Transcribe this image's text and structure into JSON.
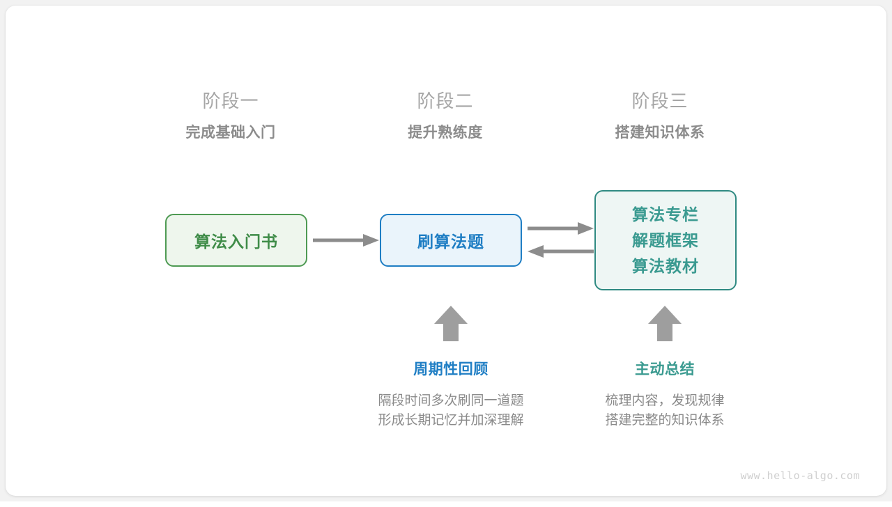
{
  "stages": [
    {
      "name": "阶段一",
      "subtitle": "完成基础入门"
    },
    {
      "name": "阶段二",
      "subtitle": "提升熟练度"
    },
    {
      "name": "阶段三",
      "subtitle": "搭建知识体系"
    }
  ],
  "boxes": {
    "book": {
      "label": "算法入门书",
      "border_color": "#4e9a53",
      "fill_color": "#eef6ed",
      "text_color": "#3f8c48"
    },
    "practice": {
      "label": "刷算法题",
      "border_color": "#1f7ec4",
      "fill_color": "#eaf4fb",
      "text_color": "#1f7ec4"
    },
    "knowledge": {
      "lines": [
        "算法专栏",
        "解题框架",
        "算法教材"
      ],
      "border_color": "#2f8a82",
      "fill_color": "#eef6f4",
      "text_color": "#3a9a90"
    }
  },
  "arrows": {
    "color": "#8c8c8c",
    "book_to_practice": "arrow-right",
    "practice_to_knowledge": "arrow-right",
    "knowledge_to_practice": "arrow-left",
    "up_arrow_practice": "arrow-up",
    "up_arrow_knowledge": "arrow-up"
  },
  "annotations": [
    {
      "title": "周期性回顾",
      "color": "#1f7ec4",
      "desc_line1": "隔段时间多次刷同一道题",
      "desc_line2": "形成长期记忆并加深理解"
    },
    {
      "title": "主动总结",
      "color": "#3a9a90",
      "desc_line1": "梳理内容，发现规律",
      "desc_line2": "搭建完整的知识体系"
    }
  ],
  "watermark": "www.hello-algo.com"
}
